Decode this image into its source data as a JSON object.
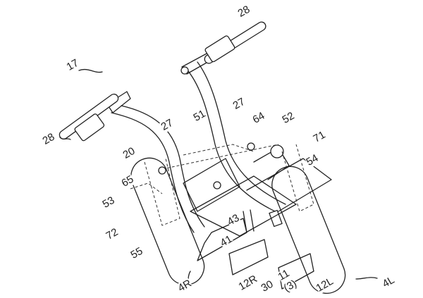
{
  "figure": {
    "labels": {
      "handle_top": "28",
      "assembly": "17",
      "handle_left": "28",
      "arm_left": "27",
      "frame": "20",
      "pivot_left": "65",
      "link_left": "53",
      "sensor_left": "72",
      "rod_left": "55",
      "arm_right": "27",
      "part_51": "51",
      "pivot_right": "64",
      "link_right": "52",
      "sensor_right": "71",
      "rod_right": "54",
      "part_43": "43",
      "part_41": "41",
      "float_left": "4L",
      "hull_right": "12R",
      "part_30": "30",
      "part_11": "11",
      "part_3": "(3)",
      "hull_left": "12L",
      "float_right": "4R"
    }
  }
}
